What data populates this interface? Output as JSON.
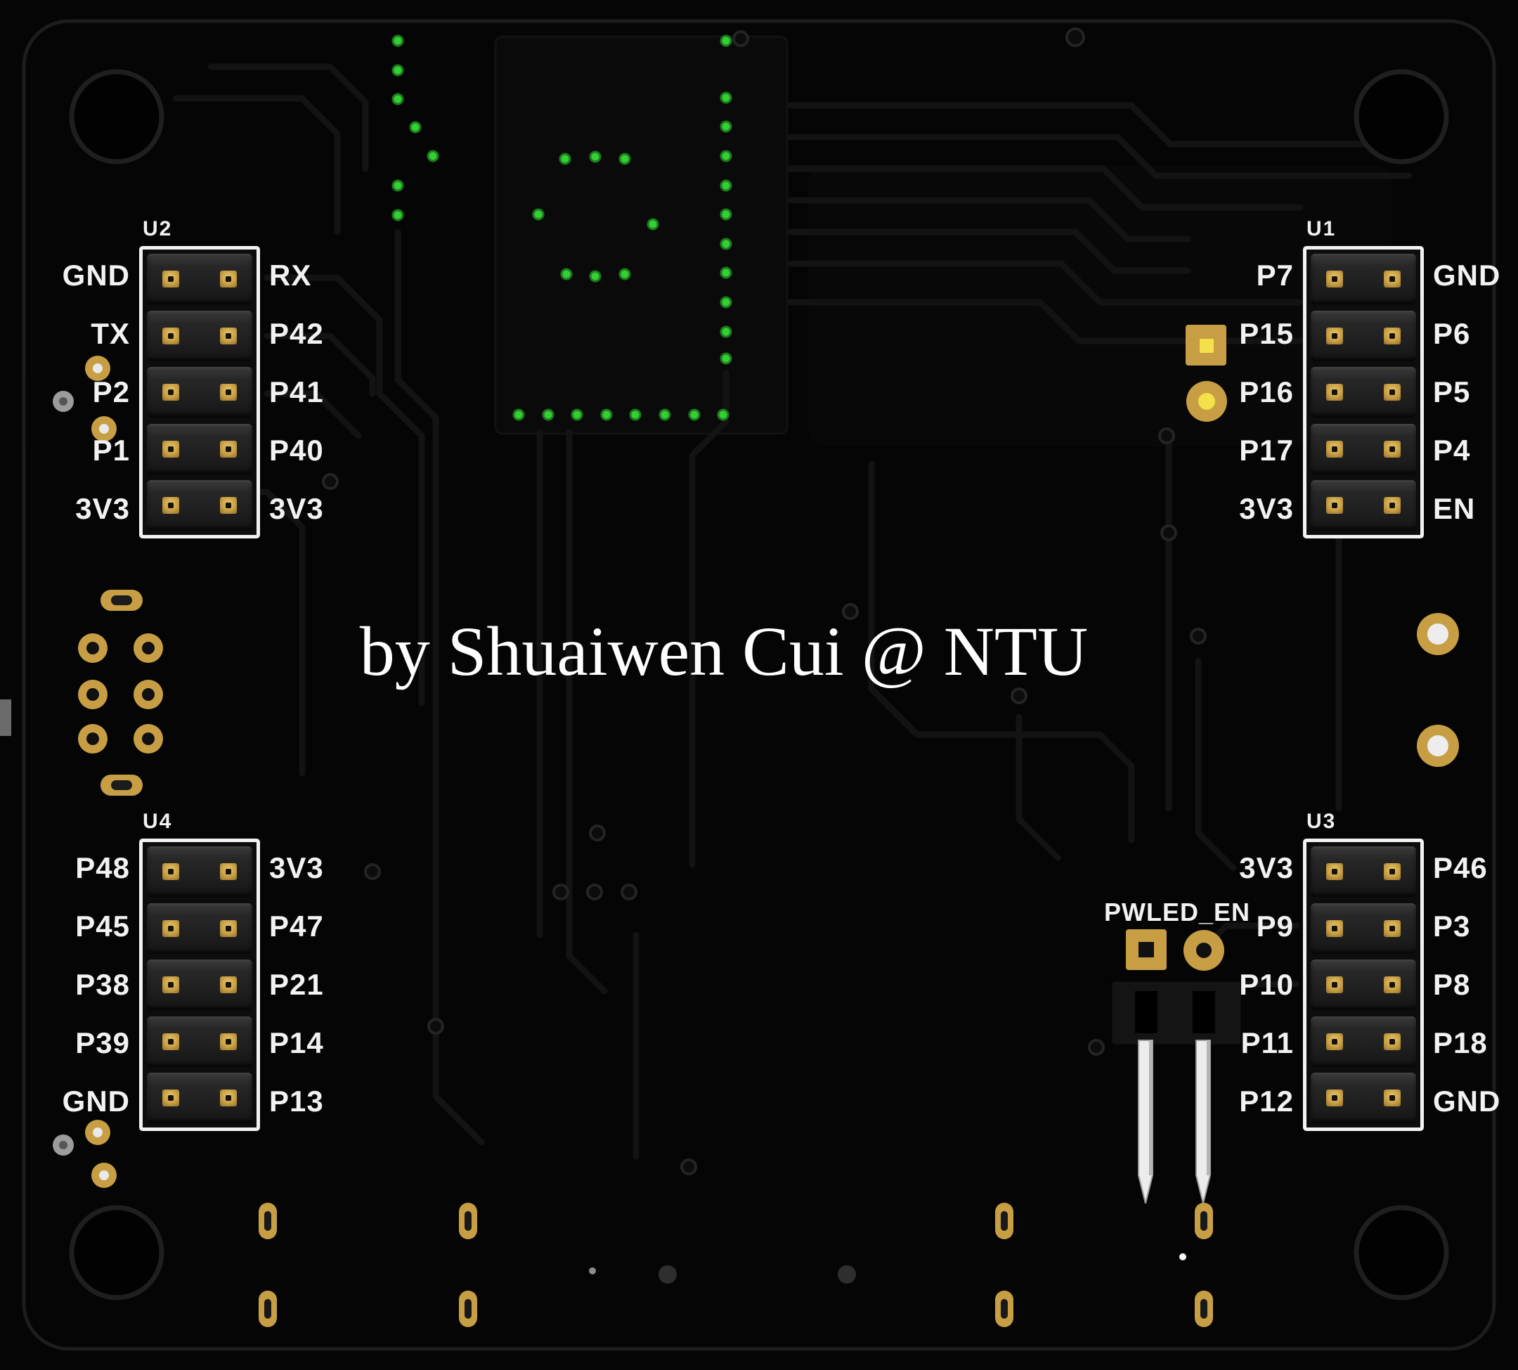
{
  "credit": "by Shuaiwen Cui @ NTU",
  "connectors": {
    "u2": {
      "ref": "U2",
      "left": [
        "GND",
        "TX",
        "P2",
        "P1",
        "3V3"
      ],
      "right": [
        "RX",
        "P42",
        "P41",
        "P40",
        "3V3"
      ]
    },
    "u1": {
      "ref": "U1",
      "left": [
        "P7",
        "P15",
        "P16",
        "P17",
        "3V3"
      ],
      "right": [
        "GND",
        "P6",
        "P5",
        "P4",
        "EN"
      ]
    },
    "u4": {
      "ref": "U4",
      "left": [
        "P48",
        "P45",
        "P38",
        "P39",
        "GND"
      ],
      "right": [
        "3V3",
        "P47",
        "P21",
        "P14",
        "P13"
      ]
    },
    "u3": {
      "ref": "U3",
      "left": [
        "3V3",
        "P9",
        "P10",
        "P11",
        "P12"
      ],
      "right": [
        "P46",
        "P3",
        "P8",
        "P18",
        "GND"
      ]
    }
  },
  "jumper": {
    "label": "PWLED_EN"
  },
  "colors": {
    "board_black": "#050505",
    "silkscreen_white": "#f2f2f2",
    "pad_gold": "#c79e44",
    "pad_gold_bright": "#f3e04a",
    "via_green": "#35cf35",
    "trace_dark": "#131313",
    "pin_silver": "#ececec",
    "header_plastic": "#262626"
  }
}
